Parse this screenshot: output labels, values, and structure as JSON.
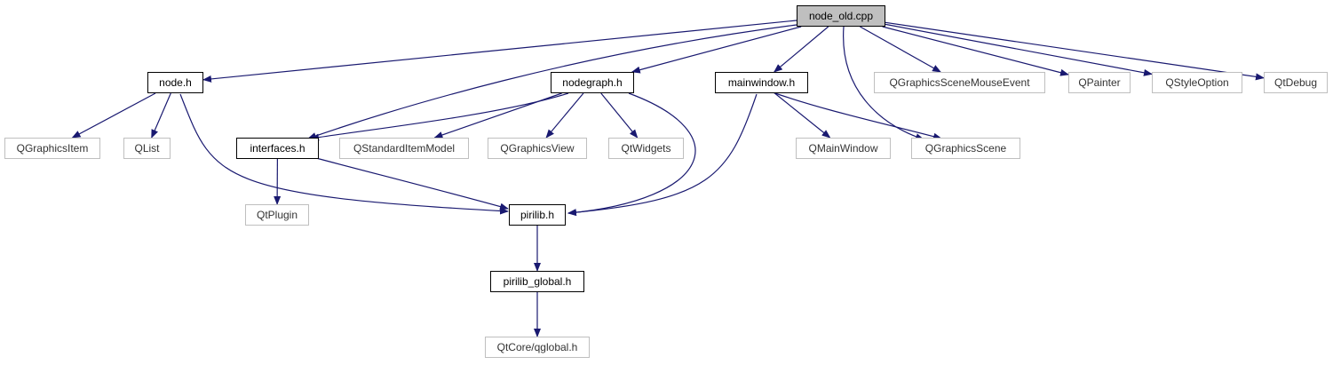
{
  "graph": {
    "nodes": [
      {
        "id": "node_old_cpp",
        "label": "node_old.cpp",
        "kind": "root"
      },
      {
        "id": "node_h",
        "label": "node.h",
        "kind": "local"
      },
      {
        "id": "nodegraph_h",
        "label": "nodegraph.h",
        "kind": "local"
      },
      {
        "id": "mainwindow_h",
        "label": "mainwindow.h",
        "kind": "local"
      },
      {
        "id": "QGraphicsSceneMouseEvent",
        "label": "QGraphicsSceneMouseEvent",
        "kind": "external"
      },
      {
        "id": "QPainter",
        "label": "QPainter",
        "kind": "external"
      },
      {
        "id": "QStyleOption",
        "label": "QStyleOption",
        "kind": "external"
      },
      {
        "id": "QtDebug",
        "label": "QtDebug",
        "kind": "external"
      },
      {
        "id": "QGraphicsItem",
        "label": "QGraphicsItem",
        "kind": "external"
      },
      {
        "id": "QList",
        "label": "QList",
        "kind": "external"
      },
      {
        "id": "interfaces_h",
        "label": "interfaces.h",
        "kind": "local"
      },
      {
        "id": "QStandardItemModel",
        "label": "QStandardItemModel",
        "kind": "external"
      },
      {
        "id": "QGraphicsView",
        "label": "QGraphicsView",
        "kind": "external"
      },
      {
        "id": "QtWidgets",
        "label": "QtWidgets",
        "kind": "external"
      },
      {
        "id": "QMainWindow",
        "label": "QMainWindow",
        "kind": "external"
      },
      {
        "id": "QGraphicsScene",
        "label": "QGraphicsScene",
        "kind": "external"
      },
      {
        "id": "QtPlugin",
        "label": "QtPlugin",
        "kind": "external"
      },
      {
        "id": "pirilib_h",
        "label": "pirilib.h",
        "kind": "local"
      },
      {
        "id": "pirilib_global_h",
        "label": "pirilib_global.h",
        "kind": "local"
      },
      {
        "id": "qglobal_h",
        "label": "QtCore/qglobal.h",
        "kind": "external"
      }
    ],
    "edges": [
      {
        "from": "node_old_cpp",
        "to": "node_h"
      },
      {
        "from": "node_old_cpp",
        "to": "interfaces_h"
      },
      {
        "from": "node_old_cpp",
        "to": "nodegraph_h"
      },
      {
        "from": "node_old_cpp",
        "to": "mainwindow_h"
      },
      {
        "from": "node_old_cpp",
        "to": "QGraphicsScene"
      },
      {
        "from": "node_old_cpp",
        "to": "QGraphicsSceneMouseEvent"
      },
      {
        "from": "node_old_cpp",
        "to": "QPainter"
      },
      {
        "from": "node_old_cpp",
        "to": "QStyleOption"
      },
      {
        "from": "node_old_cpp",
        "to": "QtDebug"
      },
      {
        "from": "node_h",
        "to": "QGraphicsItem"
      },
      {
        "from": "node_h",
        "to": "QList"
      },
      {
        "from": "node_h",
        "to": "pirilib_h"
      },
      {
        "from": "nodegraph_h",
        "to": "interfaces_h"
      },
      {
        "from": "nodegraph_h",
        "to": "QStandardItemModel"
      },
      {
        "from": "nodegraph_h",
        "to": "QGraphicsView"
      },
      {
        "from": "nodegraph_h",
        "to": "QtWidgets"
      },
      {
        "from": "nodegraph_h",
        "to": "pirilib_h"
      },
      {
        "from": "mainwindow_h",
        "to": "pirilib_h"
      },
      {
        "from": "mainwindow_h",
        "to": "QMainWindow"
      },
      {
        "from": "mainwindow_h",
        "to": "QGraphicsScene"
      },
      {
        "from": "interfaces_h",
        "to": "QtPlugin"
      },
      {
        "from": "interfaces_h",
        "to": "pirilib_h"
      },
      {
        "from": "pirilib_h",
        "to": "pirilib_global_h"
      },
      {
        "from": "pirilib_global_h",
        "to": "qglobal_h"
      }
    ],
    "colors": {
      "edge": "#191970",
      "root_fill": "#bfbfbf",
      "local_border": "#000000",
      "external_border": "#bfbfbf"
    }
  }
}
